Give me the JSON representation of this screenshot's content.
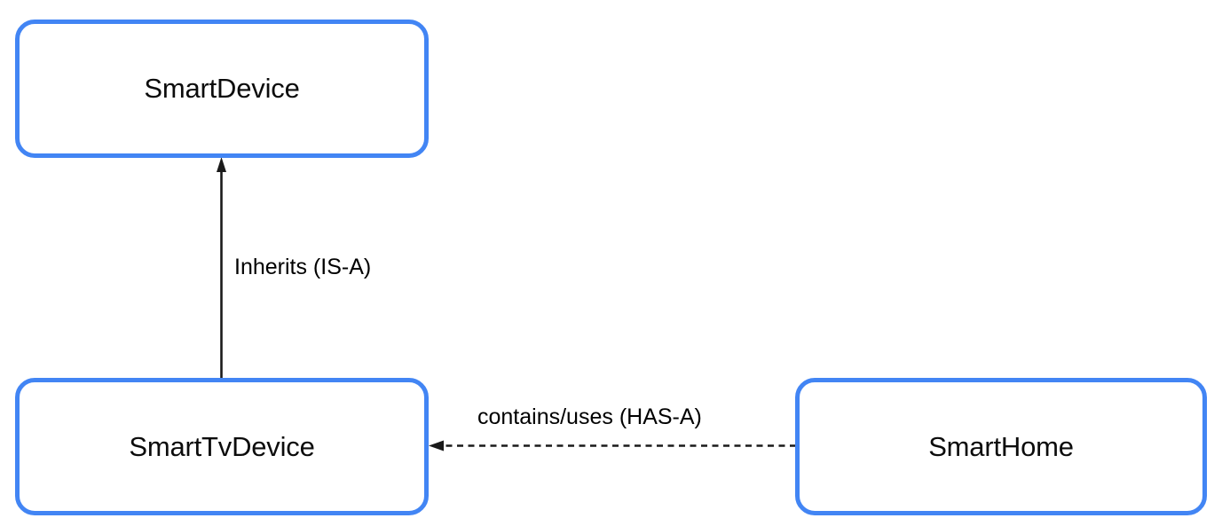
{
  "diagram": {
    "type": "class-relationship-diagram",
    "background_color": "#ffffff",
    "node_border_color": "#4285f4",
    "node_fill_color": "#ffffff",
    "edge_color": "#000000",
    "nodes": [
      {
        "id": "smartdevice",
        "label": "SmartDevice"
      },
      {
        "id": "smarttvdevice",
        "label": "SmartTvDevice"
      },
      {
        "id": "smarthome",
        "label": "SmartHome"
      }
    ],
    "edges": [
      {
        "id": "inherits",
        "label": "Inherits (IS-A)",
        "from": "SmartTvDevice",
        "to": "SmartDevice",
        "line_style": "solid",
        "arrowhead": "filled-triangle",
        "direction": "up"
      },
      {
        "id": "contains",
        "label": "contains/uses (HAS-A)",
        "from": "SmartHome",
        "to": "SmartTvDevice",
        "line_style": "dashed",
        "arrowhead": "filled-triangle",
        "direction": "left"
      }
    ]
  }
}
